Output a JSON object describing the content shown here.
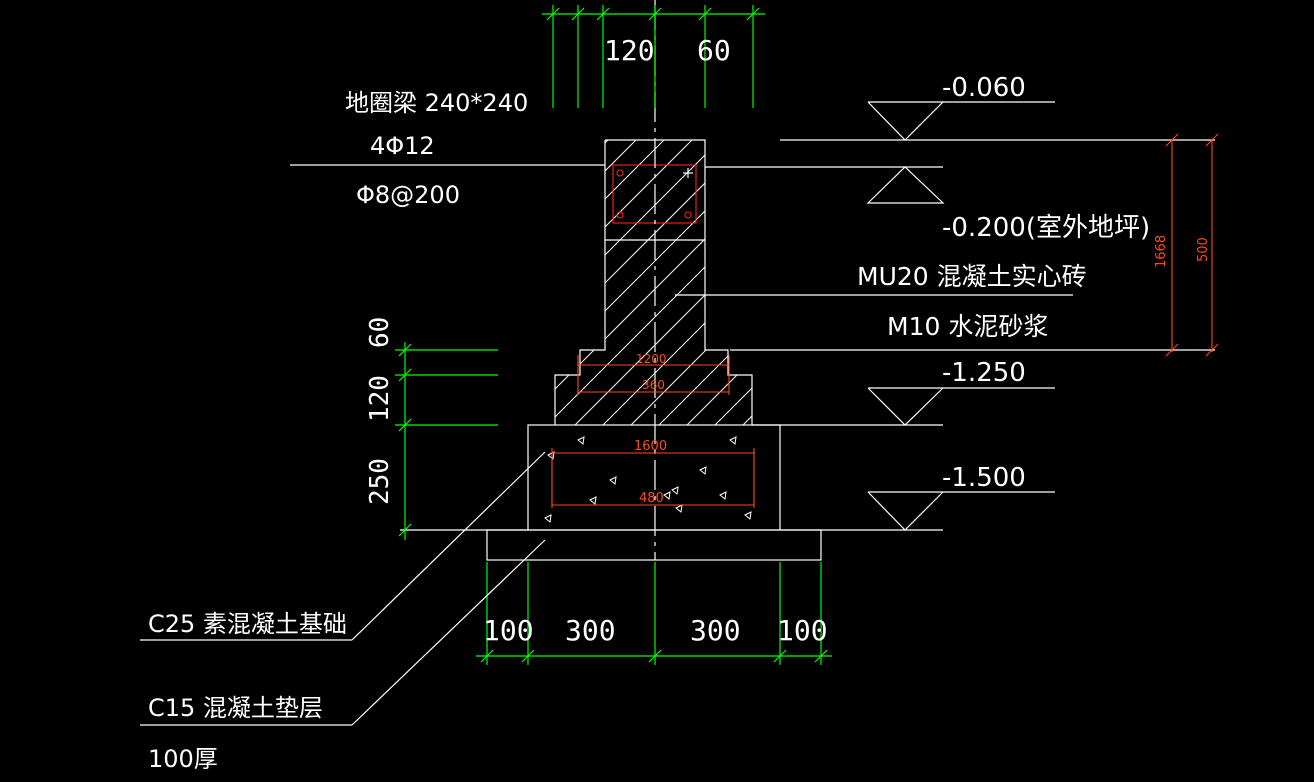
{
  "colors": {
    "background": "#000000",
    "linework": "#ffffff",
    "dimension_green": "#00ff00",
    "dimension_red": "#ff4a1a"
  },
  "beam": {
    "title": "地圈梁 240*240",
    "rebar_main": "4Φ12",
    "stirrup": "Φ8@200"
  },
  "top_dims": {
    "d1": "120",
    "d2": "60"
  },
  "elevations": {
    "e1": "-0.060",
    "e2": "-0.200(室外地坪)",
    "e3": "-1.250",
    "e4": "-1.500"
  },
  "materials": {
    "brick": "MU20 混凝土实心砖",
    "mortar": "M10 水泥砂浆"
  },
  "left_dims": {
    "d60": "60",
    "d120": "120",
    "d250": "250"
  },
  "red_dims": {
    "r1668": "1668",
    "r500": "500",
    "r1200": "1200",
    "r360": "360",
    "r1600": "1600",
    "r480": "480"
  },
  "bottom_dims": {
    "b1": "100",
    "b2": "300",
    "b3": "300",
    "b4": "100"
  },
  "labels": {
    "foundation": "C25 素混凝土基础",
    "cushion": "C15 混凝土垫层",
    "thickness": "100厚"
  }
}
